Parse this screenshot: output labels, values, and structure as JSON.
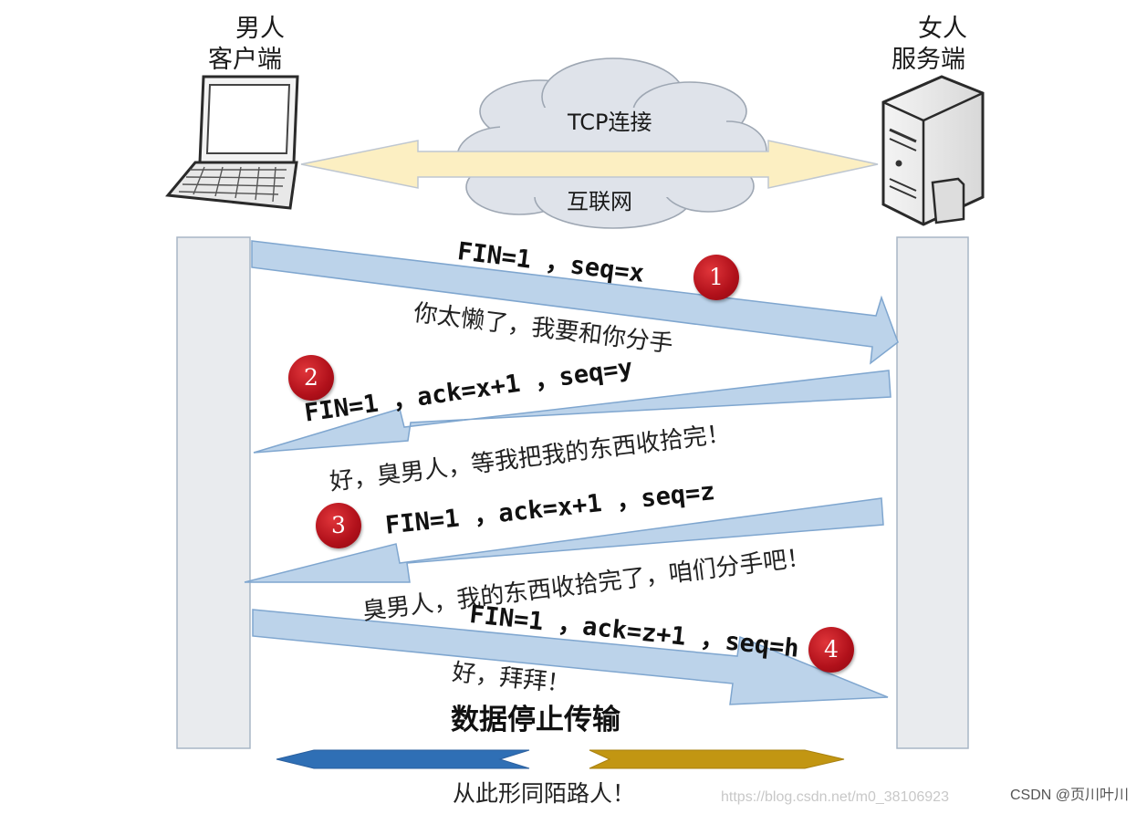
{
  "client": {
    "line1": "男人",
    "line2": "客户端"
  },
  "server": {
    "line1": "女人",
    "line2": "服务端"
  },
  "cloud": {
    "top_label": "TCP连接",
    "bottom_label": "互联网"
  },
  "steps": [
    {
      "number": "1",
      "packet": "FIN=1 ，seq=x",
      "caption": "你太懒了，我要和你分手"
    },
    {
      "number": "2",
      "packet": "FIN=1 ，ack=x+1 ，seq=y",
      "caption": "好，臭男人，等我把我的东西收拾完！"
    },
    {
      "number": "3",
      "packet": "FIN=1 ，ack=x+1 ，seq=z",
      "caption": "臭男人，我的东西收拾完了，咱们分手吧！"
    },
    {
      "number": "4",
      "packet": "FIN=1 ，ack=z+1 ，seq=h",
      "caption": "好，拜拜！"
    }
  ],
  "end_title": "数据停止传输",
  "end_caption": "从此形同陌路人！",
  "watermark": "https://blog.csdn.net/m0_38106923",
  "credit": "CSDN @页川叶川",
  "colors": {
    "arrow_fill": "#bcd3ea",
    "arrow_stroke": "#7fa6cf",
    "bar_fill": "#e9ebee",
    "bar_stroke": "#a8b6c6",
    "badge": "#b5121b",
    "bottom_left": "#2f6fb5",
    "bottom_right": "#c29612",
    "tcp_arrow": "#fcefc2"
  }
}
